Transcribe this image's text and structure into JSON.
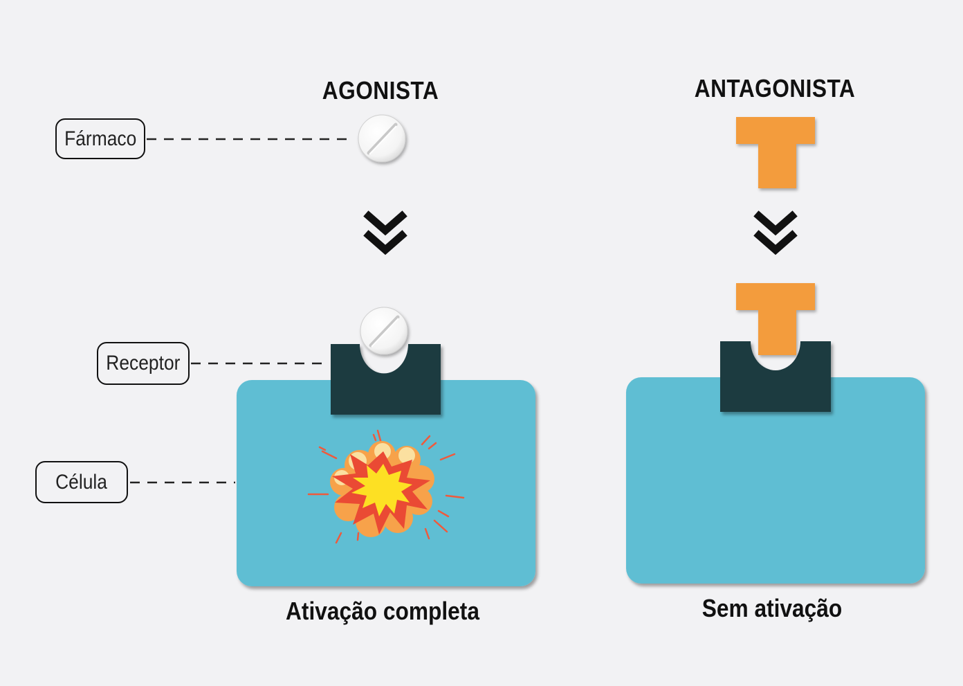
{
  "agonist": {
    "heading": "AGONISTA",
    "caption": "Ativação completa"
  },
  "antagonist": {
    "heading": "ANTAGONISTA",
    "caption": "Sem ativação"
  },
  "labels": {
    "drug": "Fármaco",
    "receptor": "Receptor",
    "cell": "Célula"
  },
  "colors": {
    "background": "#f2f2f4",
    "cell": "#5fbed3",
    "receptor": "#1d3a40",
    "antagonist": "#f39c3d",
    "pill": "#ffffff",
    "text": "#111111"
  },
  "icons": {
    "drug": "pill-icon",
    "arrow": "double-chevron-down-icon",
    "activation": "explosion-icon"
  }
}
